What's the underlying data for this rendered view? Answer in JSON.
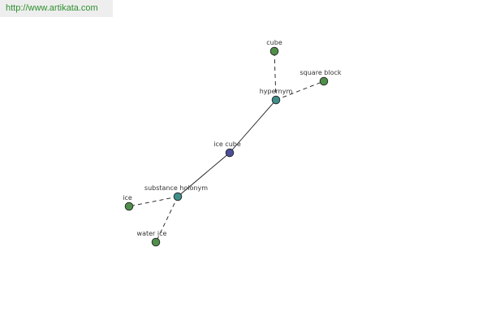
{
  "source": {
    "url_text": "http://www.artikata.com"
  },
  "colors": {
    "center_node": "#4b4f9a",
    "relation_node": "#3f8e8a",
    "leaf_node": "#4f8f4a",
    "edge": "#1a1a1a",
    "link_text": "#2f8f2f",
    "banner_bg": "#eeeeee"
  },
  "graph": {
    "nodes": [
      {
        "id": "ice-cube",
        "label": "ice cube",
        "kind": "center"
      },
      {
        "id": "hypernym",
        "label": "hypernym",
        "kind": "relation"
      },
      {
        "id": "substance-holonym",
        "label": "substance holonym",
        "kind": "relation"
      },
      {
        "id": "cube",
        "label": "cube",
        "kind": "leaf"
      },
      {
        "id": "square-block",
        "label": "square block",
        "kind": "leaf"
      },
      {
        "id": "ice",
        "label": "ice",
        "kind": "leaf"
      },
      {
        "id": "water-ice",
        "label": "water ice",
        "kind": "leaf"
      }
    ],
    "edges": [
      {
        "from": "ice-cube",
        "to": "hypernym",
        "style": "solid"
      },
      {
        "from": "ice-cube",
        "to": "substance-holonym",
        "style": "solid"
      },
      {
        "from": "hypernym",
        "to": "cube",
        "style": "dashed"
      },
      {
        "from": "hypernym",
        "to": "square-block",
        "style": "dashed"
      },
      {
        "from": "substance-holonym",
        "to": "ice",
        "style": "dashed"
      },
      {
        "from": "substance-holonym",
        "to": "water-ice",
        "style": "dashed"
      }
    ]
  }
}
